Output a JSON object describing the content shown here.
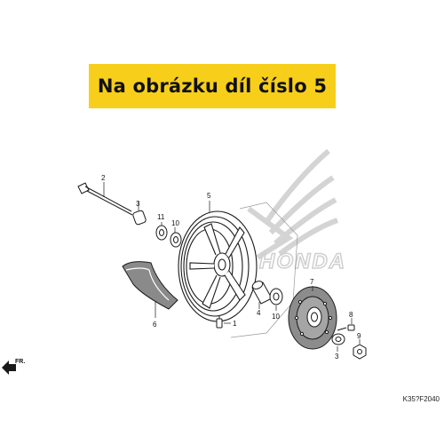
{
  "banner": {
    "text": "Na obrázku díl číslo 5"
  },
  "diagram_code": "K35?F2040",
  "direction_label": "FR.",
  "brand_watermark": "HONDA",
  "callouts": [
    "2",
    "3",
    "5",
    "11",
    "10",
    "6",
    "1",
    "4",
    "10",
    "7",
    "8",
    "9",
    "3"
  ],
  "colors": {
    "banner": "#f7cf1a",
    "line": "#1a1a1a",
    "watermark": "#d4d4d4"
  }
}
